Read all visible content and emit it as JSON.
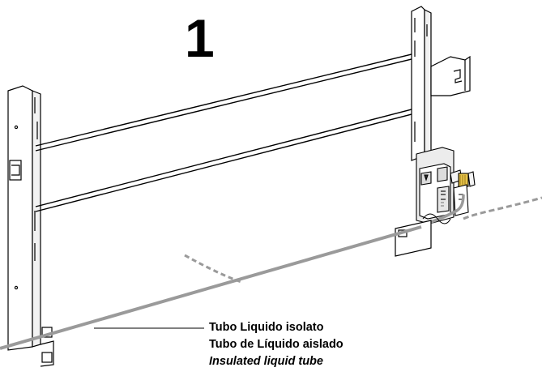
{
  "step": {
    "number": "1"
  },
  "callout": {
    "label_it": "Tubo Liquido isolato",
    "label_es": "Tubo de Líquido aislado",
    "label_en": "Insulated liquid tube"
  },
  "colors": {
    "line": "#000000",
    "tube": "#9a9a9a",
    "valve_yellow": "#e8c44a",
    "background": "#ffffff"
  }
}
